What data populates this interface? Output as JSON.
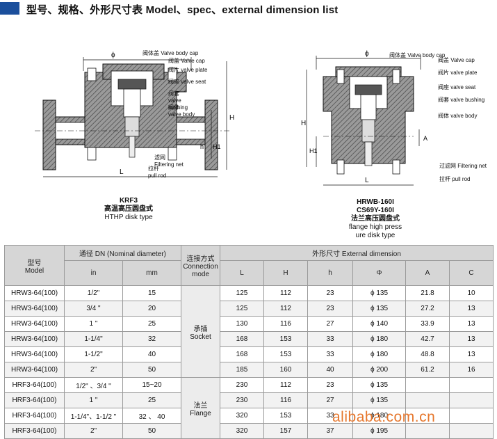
{
  "title": "型号、规格、外形尺寸表  Model、spec、external dimension list",
  "left_drawing": {
    "dims": {
      "phi": "ϕ",
      "H": "H",
      "H1": "H1",
      "h": "h",
      "L": "L"
    },
    "callouts": [
      {
        "cn": "阀体盖",
        "en": "Valve body cap"
      },
      {
        "cn": "阀盖",
        "en": "Valve cap"
      },
      {
        "cn": "阀片",
        "en": "valve plate"
      },
      {
        "cn": "阀座",
        "en": "valve seat"
      },
      {
        "cn": "阀套",
        "en": "valve bushing"
      },
      {
        "cn": "阀体",
        "en": "valve body"
      },
      {
        "cn": "滤网",
        "en": "Filtering net"
      },
      {
        "cn": "拉杆",
        "en": "pull rod"
      }
    ],
    "caption": {
      "model": "KRF3",
      "cn": "高温高压圆盘式",
      "en": "HTHP disk type"
    }
  },
  "right_drawing": {
    "dims": {
      "phi": "ϕ",
      "H": "H",
      "H1": "H1",
      "A": "A",
      "L": "L"
    },
    "callouts": [
      {
        "cn": "阀体盖",
        "en": "Valve body cap"
      },
      {
        "cn": "阀盖",
        "en": "Valve cap"
      },
      {
        "cn": "阀片",
        "en": "valve plate"
      },
      {
        "cn": "阀座",
        "en": "valve seat"
      },
      {
        "cn": "阀套",
        "en": "valve bushing"
      },
      {
        "cn": "阀体",
        "en": "valve body"
      },
      {
        "cn": "过滤网",
        "en": "Filtering net"
      },
      {
        "cn": "拉杆",
        "en": "pull rod"
      }
    ],
    "caption": {
      "model1": "HRWB-160I",
      "model2": "CS69Y-160I",
      "cn": "法兰高压圆盘式",
      "en1": "flange high press",
      "en2": "ure disk type"
    }
  },
  "table": {
    "headers": {
      "model": [
        "型号",
        "Model"
      ],
      "nominal": "通径 DN  (Nominal diameter)",
      "in": "in",
      "mm": "mm",
      "connection": [
        "连接方式",
        "Connection",
        "mode"
      ],
      "external": "外形尺寸  External dimension",
      "L": "L",
      "H": "H",
      "h": "h",
      "phi": "Φ",
      "A": "A",
      "C": "C"
    },
    "connection_groups": [
      {
        "cn": "承插",
        "en": "Socket"
      },
      {
        "cn": "法兰",
        "en": "Flange"
      }
    ],
    "rows": [
      {
        "model": "HRW3-64(100)",
        "in": "1/2\"",
        "mm": "15",
        "L": "125",
        "H": "112",
        "h": "23",
        "phi": "ϕ 135",
        "A": "21.8",
        "C": "10"
      },
      {
        "model": "HRW3-64(100)",
        "in": "3/4 \"",
        "mm": "20",
        "L": "125",
        "H": "112",
        "h": "23",
        "phi": "ϕ 135",
        "A": "27.2",
        "C": "13"
      },
      {
        "model": "HRW3-64(100)",
        "in": "1 \"",
        "mm": "25",
        "L": "130",
        "H": "116",
        "h": "27",
        "phi": "ϕ 140",
        "A": "33.9",
        "C": "13"
      },
      {
        "model": "HRW3-64(100)",
        "in": "1-1/4\"",
        "mm": "32",
        "L": "168",
        "H": "153",
        "h": "33",
        "phi": "ϕ 180",
        "A": "42.7",
        "C": "13"
      },
      {
        "model": "HRW3-64(100)",
        "in": "1-1/2\"",
        "mm": "40",
        "L": "168",
        "H": "153",
        "h": "33",
        "phi": "ϕ 180",
        "A": "48.8",
        "C": "13"
      },
      {
        "model": "HRW3-64(100)",
        "in": "2\"",
        "mm": "50",
        "L": "185",
        "H": "160",
        "h": "40",
        "phi": "ϕ 200",
        "A": "61.2",
        "C": "16"
      },
      {
        "model": "HRF3-64(100)",
        "in": "1/2\" 、3/4 \"",
        "mm": "15~20",
        "L": "230",
        "H": "112",
        "h": "23",
        "phi": "ϕ 135",
        "A": "",
        "C": ""
      },
      {
        "model": "HRF3-64(100)",
        "in": "1 \"",
        "mm": "25",
        "L": "230",
        "H": "116",
        "h": "27",
        "phi": "ϕ 135",
        "A": "",
        "C": ""
      },
      {
        "model": "HRF3-64(100)",
        "in": "1-1/4\"、1-1/2 \"",
        "mm": "32 、 40",
        "L": "320",
        "H": "153",
        "h": "33",
        "phi": "ϕ 180",
        "A": "",
        "C": ""
      },
      {
        "model": "HRF3-64(100)",
        "in": "2\"",
        "mm": "50",
        "L": "320",
        "H": "157",
        "h": "37",
        "phi": "ϕ 195",
        "A": "",
        "C": ""
      }
    ]
  },
  "watermark": "alibaba.com.cn",
  "colors": {
    "accent": "#1b4f9c",
    "header_bg": "#d6d6d6",
    "watermark": "#e6772d"
  }
}
